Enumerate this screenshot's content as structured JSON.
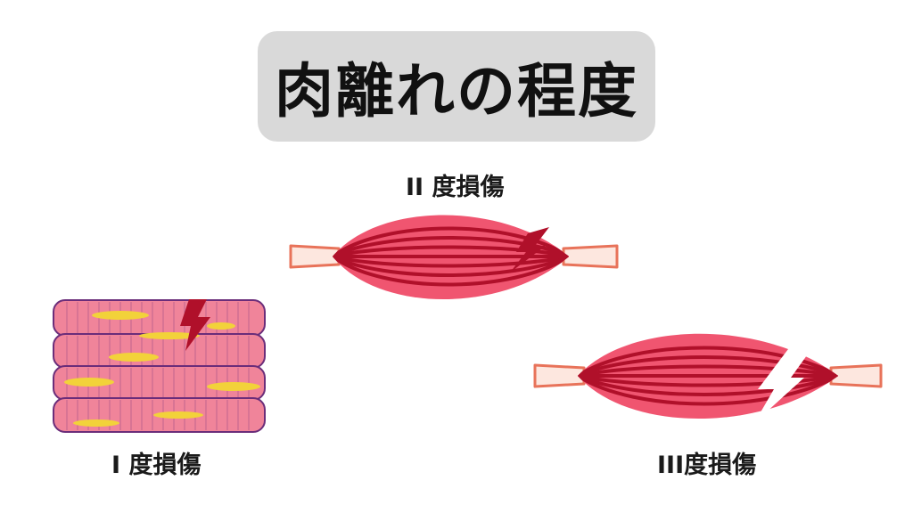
{
  "title": "肉離れの程度",
  "grades": {
    "grade1": "I 度損傷",
    "grade2": "II 度損傷",
    "grade3": "III度損傷"
  },
  "colors": {
    "title_bg": "#d9d9d9",
    "muscle": "#f05570",
    "muscle_stripe": "#b0102a",
    "tendon_fill": "#fde7df",
    "tendon_outline": "#e8735a",
    "fiber_fill": "#f0849a",
    "fiber_outline": "#6b2d7a",
    "nucleus": "#f2d23a",
    "tear": "#b0102a",
    "rupture": "#ffffff"
  }
}
